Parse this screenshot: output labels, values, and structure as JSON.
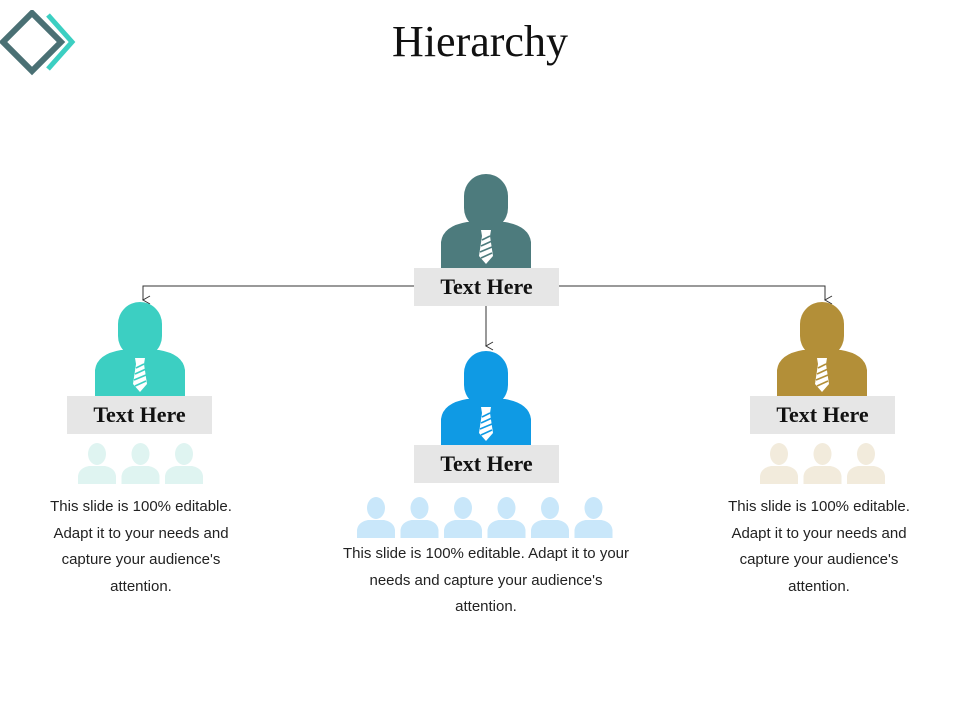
{
  "slide": {
    "title": "Hierarchy"
  },
  "colors": {
    "top": "#4d7b7d",
    "left": "#3ccfc2",
    "center": "#0f9ae4",
    "right": "#b38f38",
    "left_group": "#dff4f1",
    "center_group": "#c9e7fa",
    "right_group": "#f2ebdc",
    "label_bg": "#e6e6e6",
    "logo_dark": "#4a7074",
    "logo_light": "#3ccfc2"
  },
  "nodes": {
    "top": {
      "label": "Text Here"
    },
    "left": {
      "label": "Text Here",
      "description": "This slide is 100% editable. Adapt it to your needs and capture your audience's attention.",
      "group_count": 3
    },
    "center": {
      "label": "Text Here",
      "description": "This slide is 100% editable. Adapt it to your needs and capture your audience's attention.",
      "group_count": 6
    },
    "right": {
      "label": "Text Here",
      "description": "This slide is 100% editable. Adapt it to your needs and capture your audience's attention.",
      "group_count": 3
    }
  }
}
